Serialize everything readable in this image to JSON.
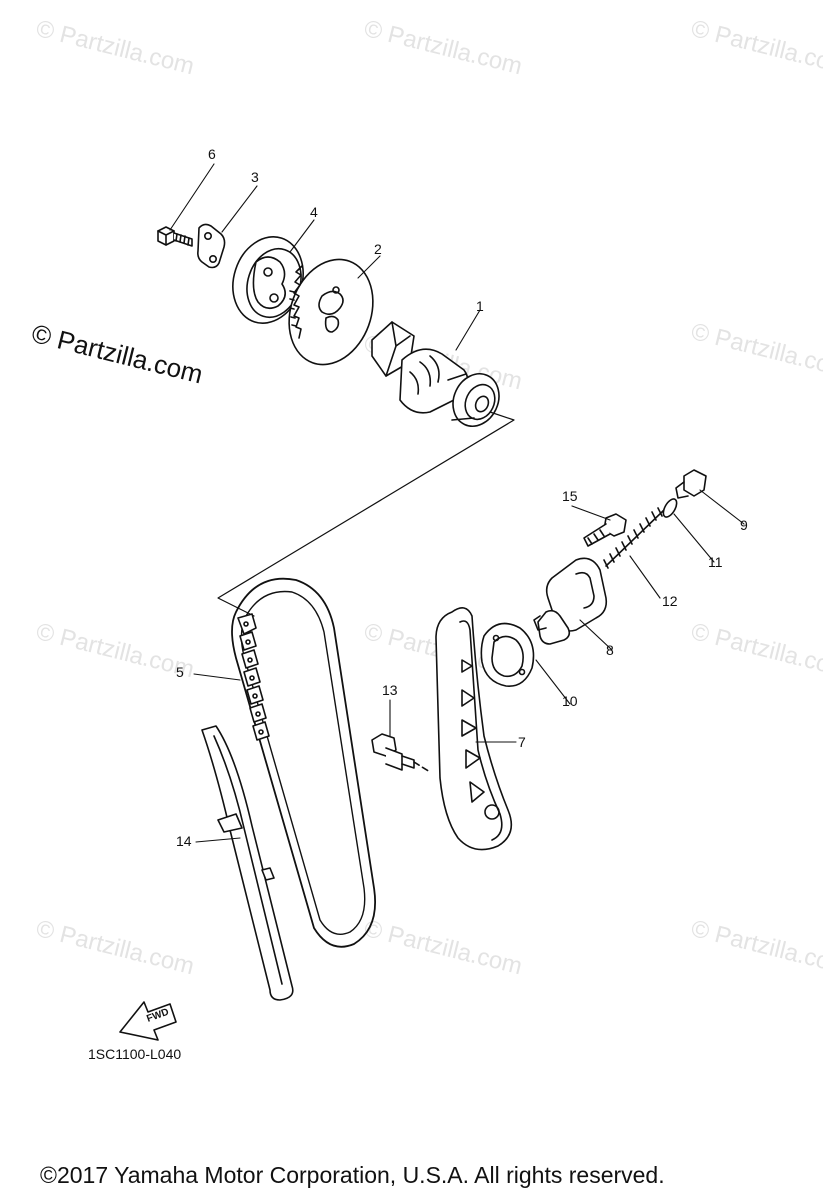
{
  "watermark": {
    "text": "© Partzilla.com",
    "color": "#e3e3e3"
  },
  "main_watermark": "© Partzilla.com",
  "callouts": [
    "1",
    "2",
    "3",
    "4",
    "5",
    "6",
    "7",
    "8",
    "9",
    "10",
    "11",
    "12",
    "13",
    "14",
    "15"
  ],
  "fwd_label": "FWD",
  "diagram_code": "1SC1100-L040",
  "copyright": "©2017  Yamaha Motor Corporation, U.S.A. All rights reserved."
}
